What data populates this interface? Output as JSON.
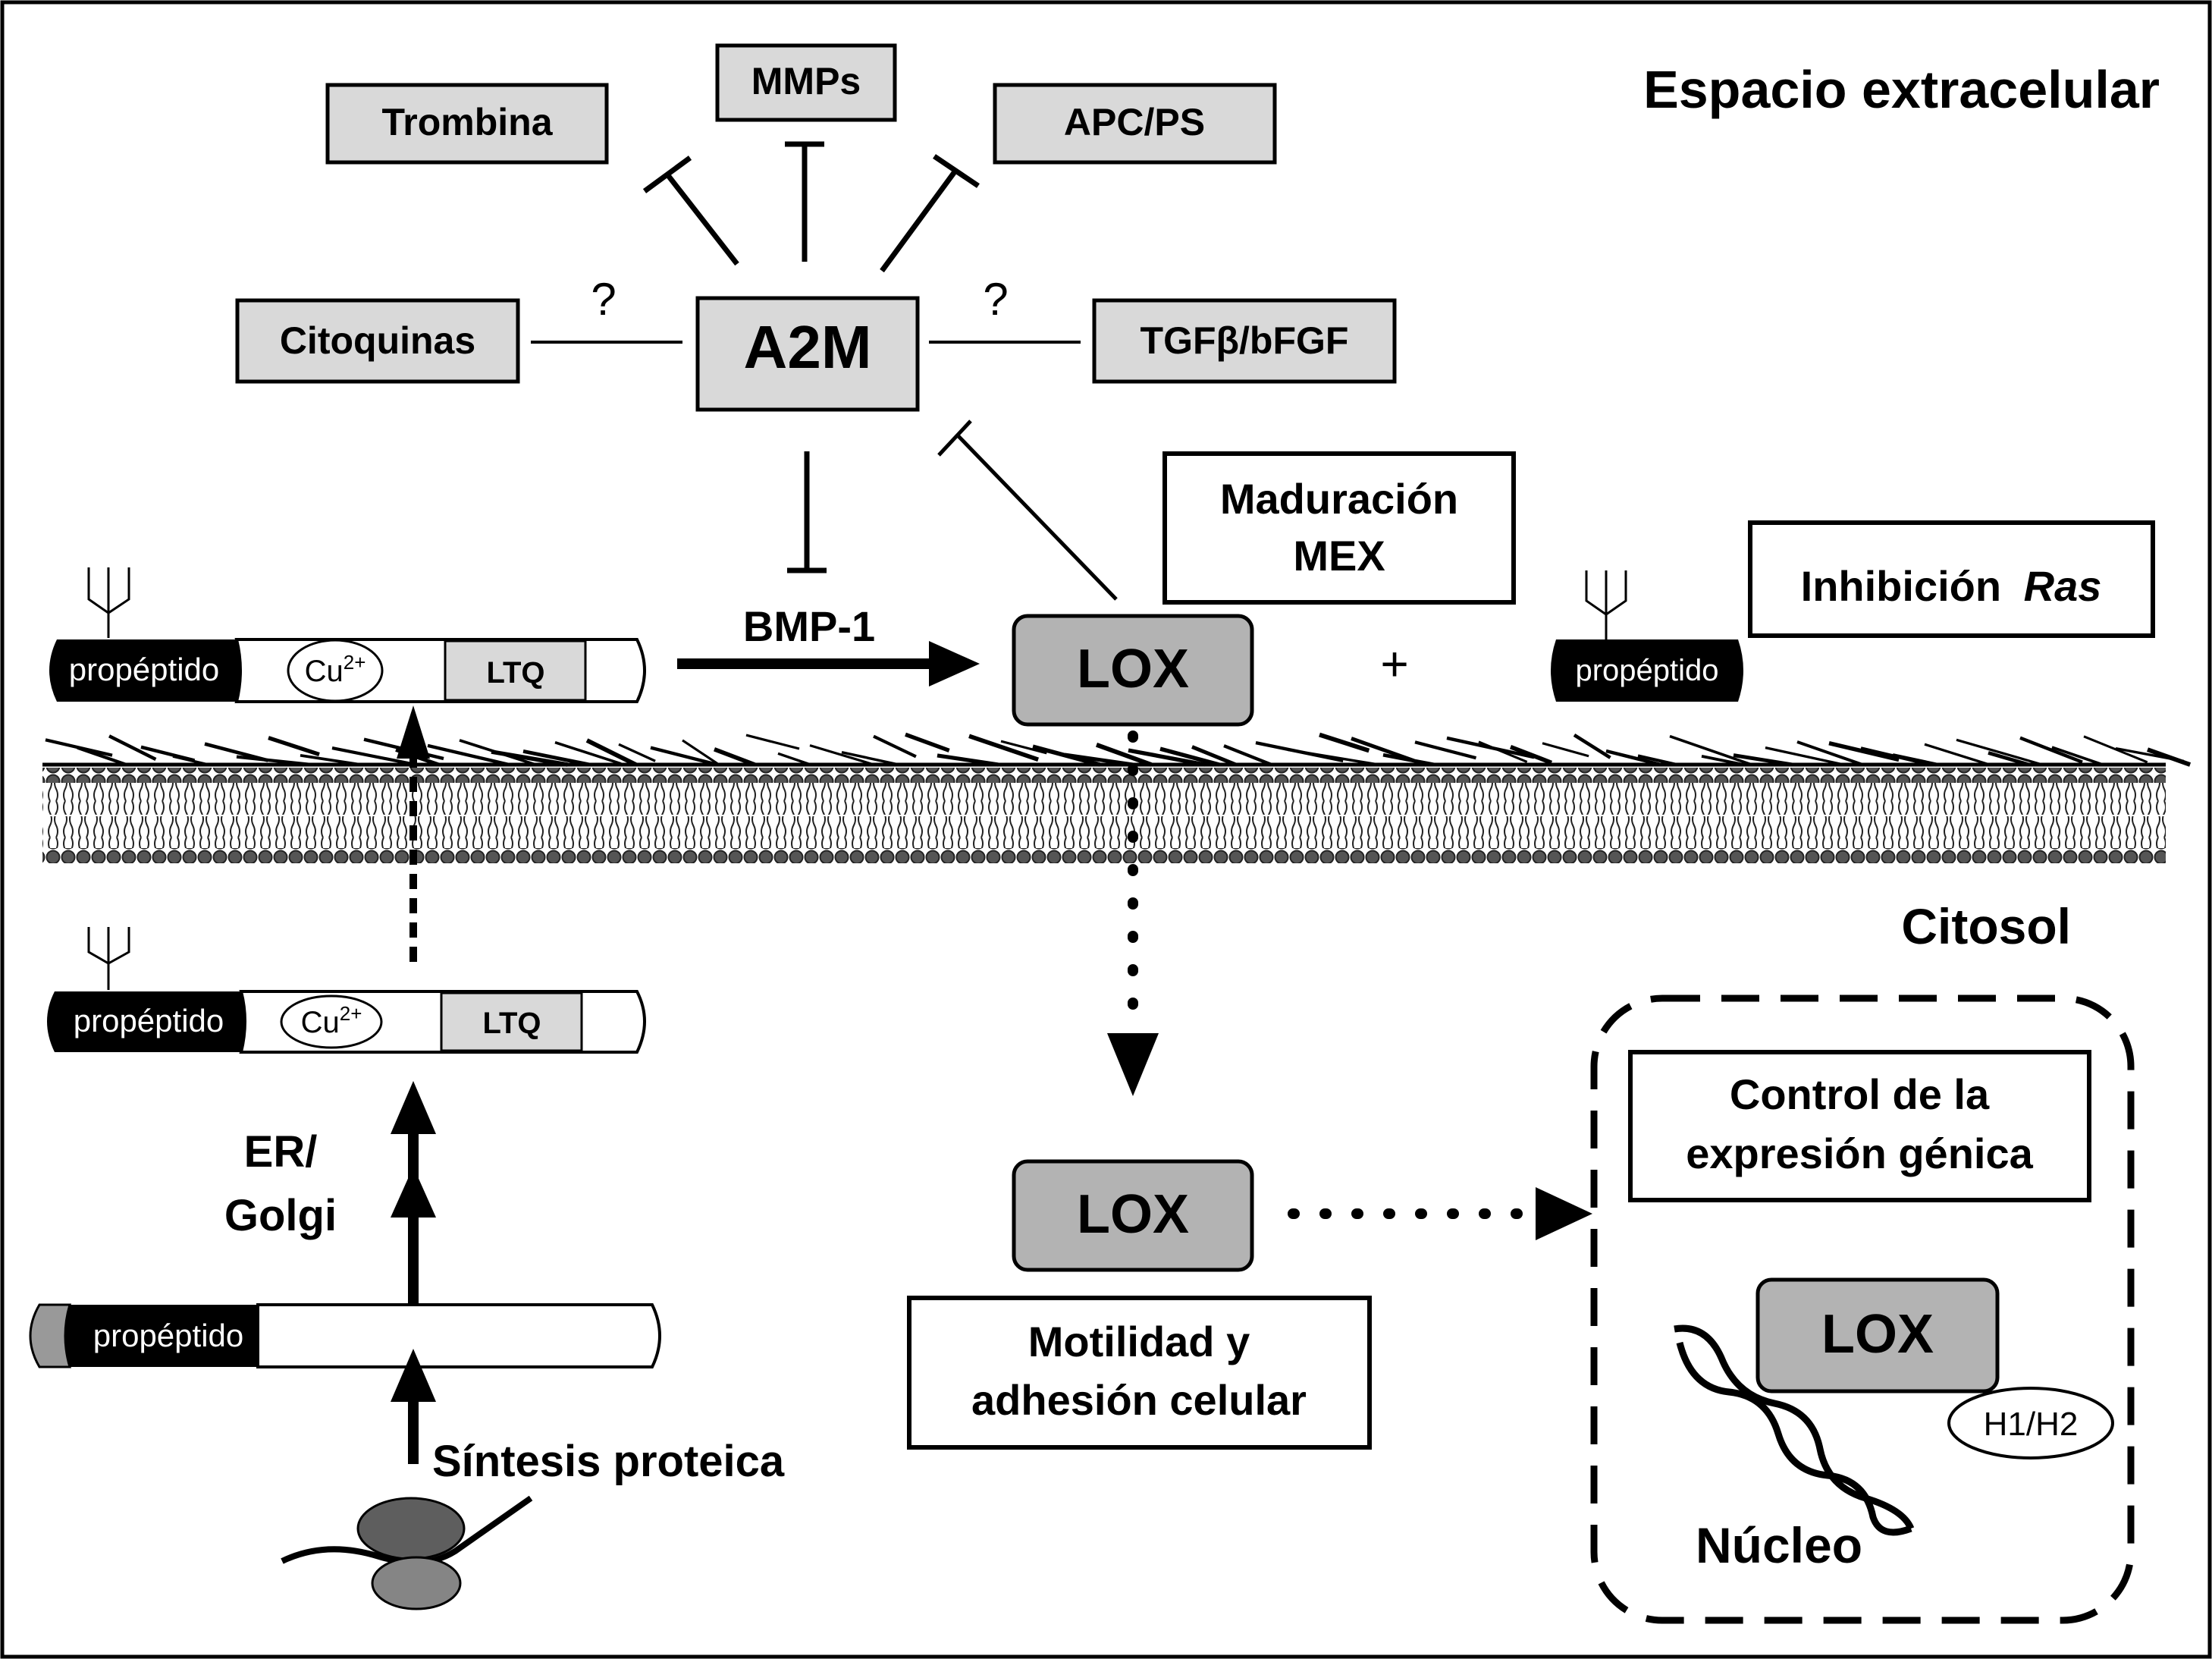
{
  "regions": {
    "extracellular": "Espacio extracelular",
    "cytosol": "Citosol",
    "nucleus": "Núcleo"
  },
  "nodes": {
    "trombina": "Trombina",
    "mmps": "MMPs",
    "apc_ps": "APC/PS",
    "citoquinas": "Citoquinas",
    "a2m": "A2M",
    "tgf_bfgf": "TGFβ/bFGF",
    "maduracion_line1": "Maduración",
    "maduracion_line2": "MEX",
    "inhibicion": "Inhibición",
    "inhibicion_italic": "Ras",
    "lox_extracellular": "LOX",
    "lox_cytosol": "LOX",
    "lox_nucleus": "LOX",
    "motilidad_line1": "Motilidad y",
    "motilidad_line2": "adhesión celular",
    "control_line1": "Control de la",
    "control_line2": "expresión génica",
    "histones": "H1/H2"
  },
  "protein_domains": {
    "propeptide": "propéptido",
    "copper": "Cu",
    "copper_charge": "2+",
    "ltq": "LTQ"
  },
  "labels": {
    "bmp1": "BMP-1",
    "plus": "+",
    "question_left": "?",
    "question_right": "?",
    "er_line1": "ER/",
    "er_line2": "Golgi",
    "protein_synthesis": "Síntesis proteica"
  },
  "colors": {
    "box_fill": "#d9d9d9",
    "lox_fill": "#b3b3b3",
    "propeptide_fill": "#000000",
    "ltq_fill": "#d9d9d9",
    "lipid_head": "#555555",
    "ribosome_large": "#5e5e5e",
    "ribosome_small": "#858585",
    "stroke": "#000000"
  }
}
